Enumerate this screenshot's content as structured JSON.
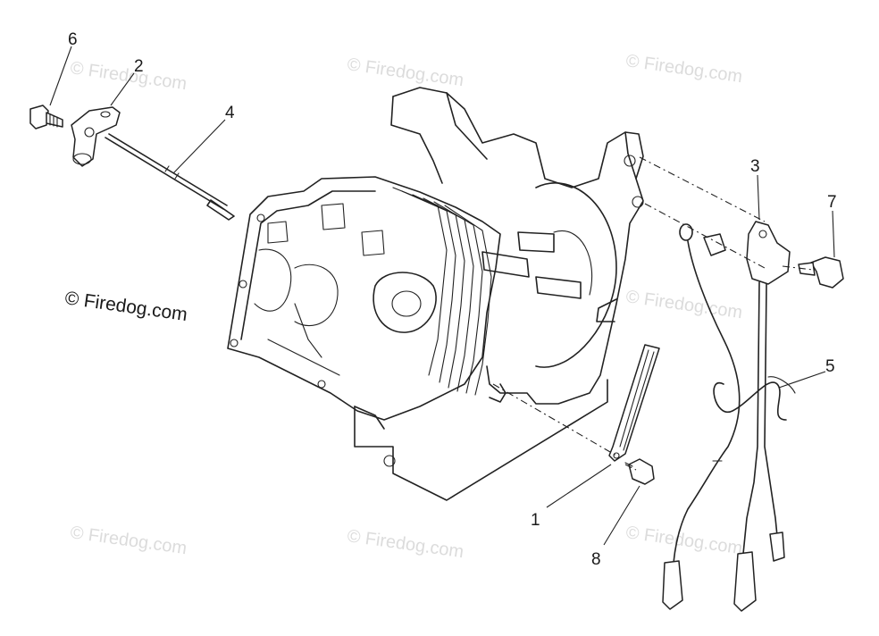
{
  "watermark": {
    "text": "© Firedog.com",
    "prominent_text": "© Firedog.com"
  },
  "callouts": [
    "6",
    "2",
    "4",
    "3",
    "7",
    "5",
    "1",
    "8"
  ]
}
